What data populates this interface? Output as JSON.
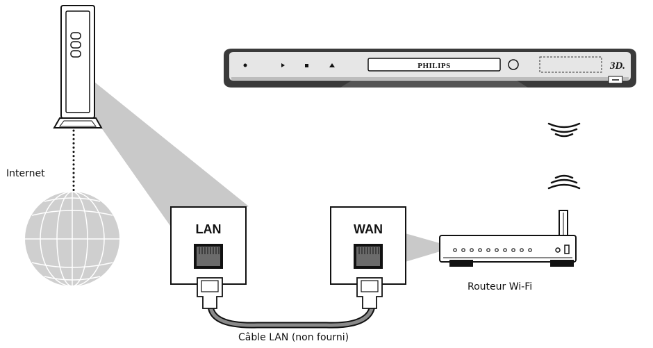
{
  "labels": {
    "internet": "Internet",
    "lan": "LAN",
    "wan": "WAN",
    "router": "Routeur Wi-Fi",
    "cable": "Câble LAN (non fourni)"
  },
  "player": {
    "brand": "PHILIPS",
    "badge": "3D."
  },
  "colors": {
    "beam": "#c9c9c9",
    "cable": "#8a8a8a",
    "outline": "#111111",
    "port_inner": "#6b6b6b"
  },
  "icons": [
    "modem-icon",
    "globe-icon",
    "bluray-player-icon",
    "wifi-signal-icon",
    "router-icon",
    "ethernet-port-icon",
    "rj45-connector-icon"
  ]
}
